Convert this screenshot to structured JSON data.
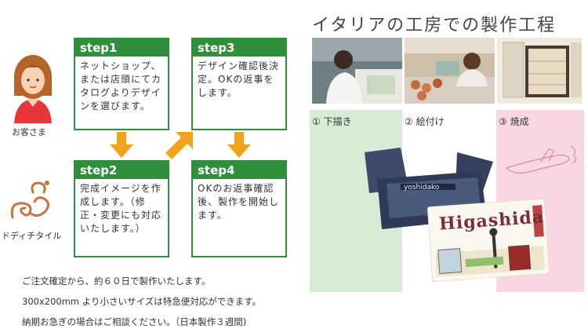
{
  "customer": {
    "label": "お客さま"
  },
  "company": {
    "label": "ドディチタイル"
  },
  "steps": [
    {
      "title": "step1",
      "body": "ネットショップ、または店頭にてカタログよりデザインを選びます。"
    },
    {
      "title": "step2",
      "body": "完成イメージを作成します。（修正・変更にも対応いたします。）"
    },
    {
      "title": "step3",
      "body": "デザイン確認後決定。OKの返事をします。"
    },
    {
      "title": "step4",
      "body": "OKのお返事確認後、製作を開始します。"
    }
  ],
  "notes": [
    "ご注文確定から、約６０日で製作いたします。",
    "300x200mm より小さいサイズは特急便対応ができます。",
    "納期お急ぎの場合はご相談ください。（日本製作３週間)"
  ],
  "process": {
    "title": "イタリアの工房での製作工程",
    "stages": [
      {
        "label": "① 下描き",
        "color": "#d7ecd4"
      },
      {
        "label": "② 絵付け",
        "color": "#ffffff"
      },
      {
        "label": "③ 焼成",
        "color": "#f8d7e3"
      }
    ]
  },
  "tile": {
    "name": "Higashida",
    "box_label": "yoshidako"
  },
  "colors": {
    "step_green": "#2f8f3a",
    "arrow_orange": "#f3a21c"
  }
}
